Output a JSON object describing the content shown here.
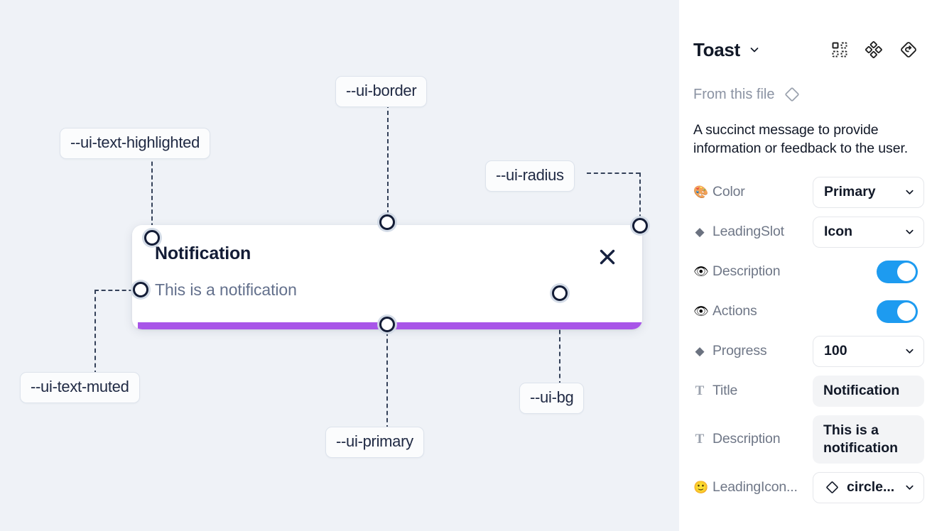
{
  "canvas": {
    "background_color": "#eff2f7",
    "toast": {
      "title": "Notification",
      "description": "This is a notification",
      "close_icon": "close-x-icon",
      "progress_color": "#a855e8",
      "background_color": "#ffffff"
    },
    "annotations": [
      {
        "id": "text-highlighted",
        "label": "--ui-text-highlighted"
      },
      {
        "id": "border",
        "label": "--ui-border"
      },
      {
        "id": "radius",
        "label": "--ui-radius"
      },
      {
        "id": "text-muted",
        "label": "--ui-text-muted"
      },
      {
        "id": "primary",
        "label": "--ui-primary"
      },
      {
        "id": "bg",
        "label": "--ui-bg"
      }
    ]
  },
  "panel": {
    "title": "Toast",
    "title_caret_icon": "chevron-down-icon",
    "header_icons": [
      {
        "name": "component-grid-icon"
      },
      {
        "name": "variants-diamond-icon"
      },
      {
        "name": "reset-instance-icon"
      }
    ],
    "from_file": {
      "label": "From this file",
      "icon": "diamond-component-icon"
    },
    "description": "A succinct message to provide information or feedback to the user.",
    "properties": [
      {
        "icon": "palette-icon",
        "icon_glyph": "🎨",
        "icon_kind": "emoji",
        "label": "Color",
        "control": "select",
        "value": "Primary"
      },
      {
        "icon": "diamond-icon",
        "icon_glyph": "◆",
        "icon_kind": "diamond",
        "label": "LeadingSlot",
        "control": "select",
        "value": "Icon"
      },
      {
        "icon": "eye-icon",
        "icon_glyph": "👁",
        "icon_kind": "emoji",
        "label": "Description",
        "control": "toggle",
        "value": "on"
      },
      {
        "icon": "eye-icon",
        "icon_glyph": "👁",
        "icon_kind": "emoji",
        "label": "Actions",
        "control": "toggle",
        "value": "on"
      },
      {
        "icon": "diamond-icon",
        "icon_glyph": "◆",
        "icon_kind": "diamond",
        "label": "Progress",
        "control": "select",
        "value": "100"
      },
      {
        "icon": "text-icon",
        "icon_glyph": "T",
        "icon_kind": "tglyph",
        "label": "Title",
        "control": "textbox",
        "value": "Notification"
      },
      {
        "icon": "text-icon",
        "icon_glyph": "T",
        "icon_kind": "tglyph",
        "label": "Description",
        "control": "textbox",
        "value": "This is a notification"
      },
      {
        "icon": "smiley-icon",
        "icon_glyph": "🙂",
        "icon_kind": "emoji",
        "label": "LeadingIcon...",
        "control": "icon-select",
        "value": "circle..."
      }
    ],
    "toggle_on_color": "#1d9bf0"
  }
}
